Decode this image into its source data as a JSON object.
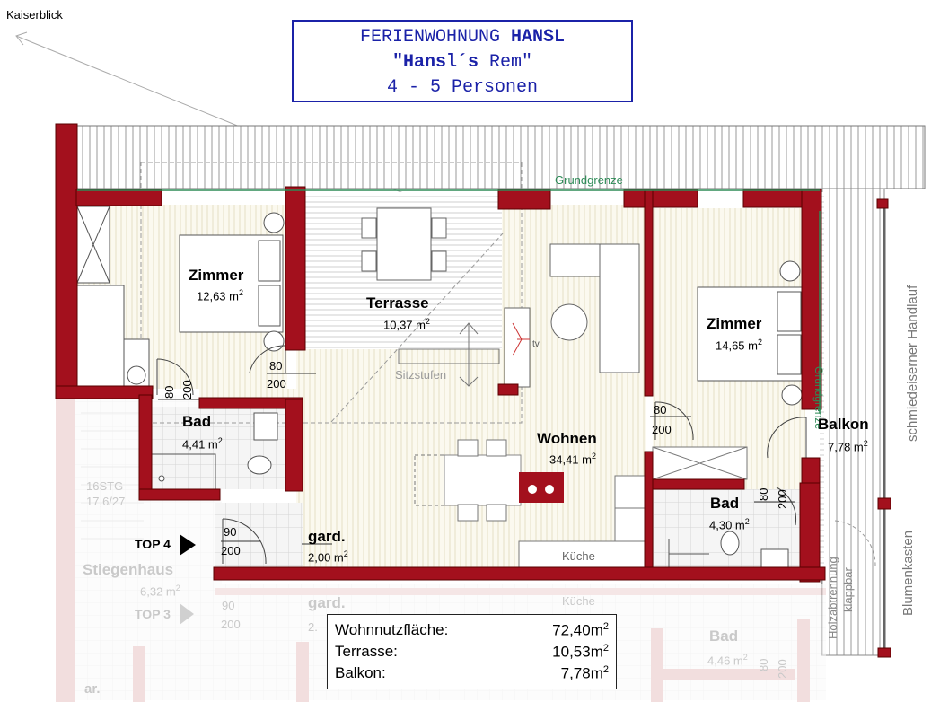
{
  "corner_label": "Kaiserblick",
  "title": {
    "line1_prefix": "FERIENWOHNUNG ",
    "line1_name": "HANSL",
    "line2_prefix": "\"",
    "line2_name": "Hansl´s",
    "line2_suffix": " Rem\"",
    "line3": "4 - 5 Personen"
  },
  "grundgrenze_top": "Grundgrenze",
  "grundgrenze_side": "Grundgrenze",
  "handlauf": "schmiedeiserner Handlauf",
  "blumenkasten": "Blumenkasten",
  "holzabtrennung": "Holzabtrennung",
  "klappbar": "klappbar",
  "rooms": {
    "zimmer1": {
      "name": "Zimmer",
      "area": "12,63 m",
      "sup": "2"
    },
    "terrasse": {
      "name": "Terrasse",
      "area": "10,37 m",
      "sup": "2"
    },
    "zimmer2": {
      "name": "Zimmer",
      "area": "14,65 m",
      "sup": "2"
    },
    "bad1": {
      "name": "Bad",
      "area": "4,41 m",
      "sup": "2"
    },
    "wohnen": {
      "name": "Wohnen",
      "area": "34,41 m",
      "sup": "2"
    },
    "balkon": {
      "name": "Balkon",
      "area": "7,78 m",
      "sup": "2"
    },
    "bad2": {
      "name": "Bad",
      "area": "4,30 m",
      "sup": "2"
    },
    "gard": {
      "name": "gard.",
      "area": "2,00 m",
      "sup": "2"
    },
    "kueche": {
      "name": "Küche"
    }
  },
  "sitzstufen": "Sitzstufen",
  "tv": "tv",
  "doors": {
    "d1": {
      "w": "80",
      "h": "200"
    },
    "d2": {
      "w": "80",
      "h": "200"
    },
    "d3": {
      "w": "80",
      "h": "200"
    },
    "d4": {
      "w": "80",
      "h": "200"
    },
    "d5": {
      "w": "90",
      "h": "200"
    }
  },
  "top4": "TOP 4",
  "lower": {
    "stg": "16STG",
    "stg_dim": "17,6/27",
    "stiegenhaus": "Stiegenhaus",
    "stiegen_area": "6,32 m",
    "stiegen_sup": "2",
    "top3": "TOP 3",
    "d_w": "90",
    "d_h": "200",
    "gard": "gard.",
    "gard_area": "2.",
    "kueche": "Küche",
    "bad": "Bad",
    "bad_area": "4,46 m",
    "bad_sup": "2",
    "d2_w": "80",
    "d2_h": "200",
    "ar": "ar."
  },
  "summary": [
    {
      "key": "Wohnnutzfläche:",
      "value": "72,40m",
      "sup": "2"
    },
    {
      "key": "Terrasse:",
      "value": "10,53m",
      "sup": "2"
    },
    {
      "key": "Balkon:",
      "value": "7,78m",
      "sup": "2"
    }
  ]
}
